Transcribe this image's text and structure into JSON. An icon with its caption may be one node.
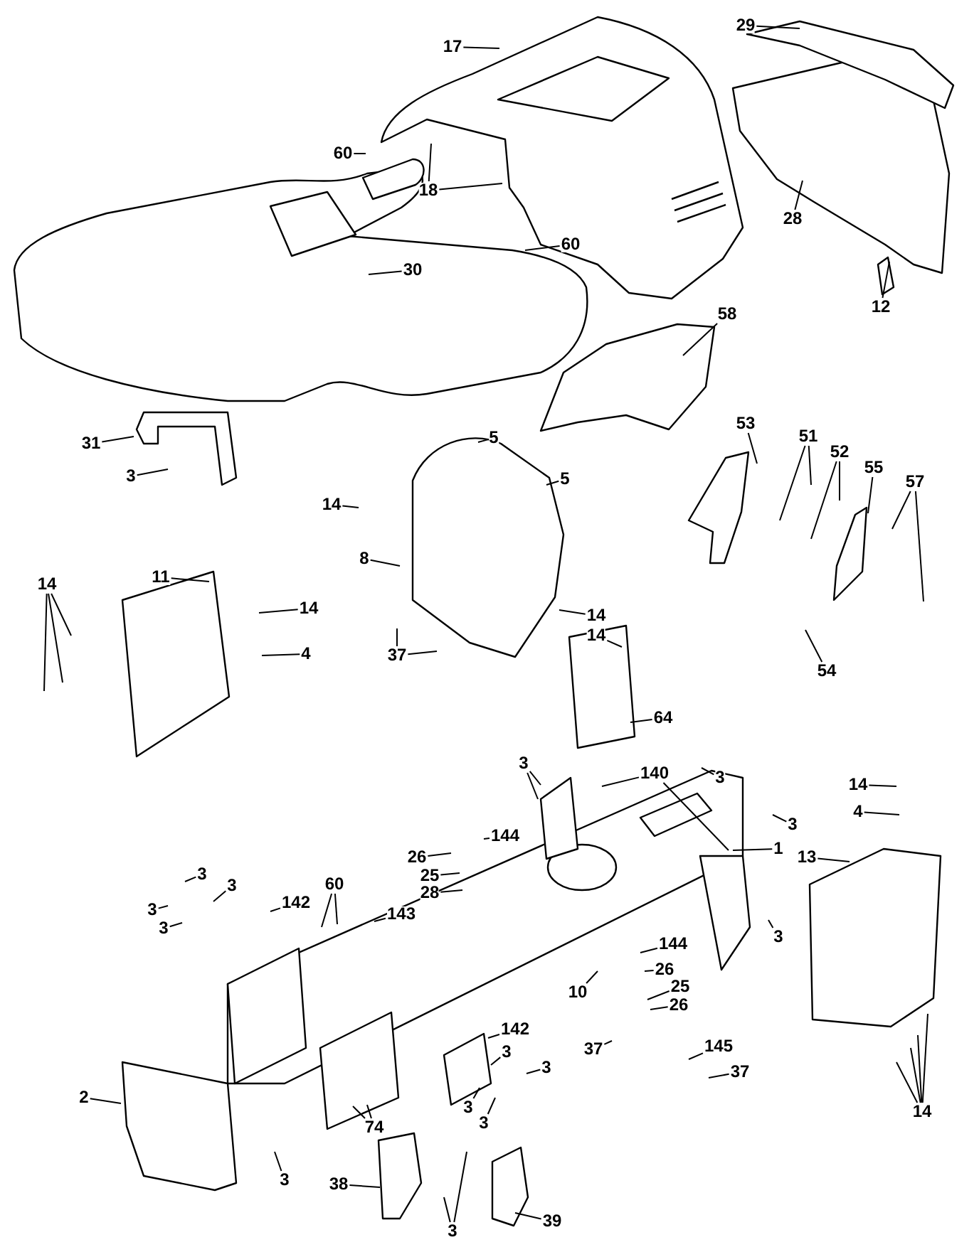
{
  "diagram": {
    "nodes": [
      {
        "text": [
          "17"
        ]
      },
      {
        "text": [
          "29"
        ]
      },
      {
        "text": [
          "60"
        ]
      },
      {
        "text": [
          "18"
        ]
      },
      {
        "text": [
          "60"
        ]
      },
      {
        "text": [
          "30"
        ]
      },
      {
        "text": [
          "28"
        ]
      },
      {
        "text": [
          "12"
        ]
      },
      {
        "text": [
          "58"
        ]
      },
      {
        "text": [
          "53"
        ]
      },
      {
        "text": [
          "5"
        ]
      },
      {
        "text": [
          "51"
        ]
      },
      {
        "text": [
          "31"
        ]
      },
      {
        "text": [
          "52"
        ]
      },
      {
        "text": [
          "55"
        ]
      },
      {
        "text": [
          "3"
        ]
      },
      {
        "text": [
          "5"
        ]
      },
      {
        "text": [
          "57"
        ]
      },
      {
        "text": [
          "14"
        ]
      },
      {
        "text": [
          "8"
        ]
      },
      {
        "text": [
          "11"
        ]
      },
      {
        "text": [
          "14"
        ]
      },
      {
        "text": [
          "14"
        ]
      },
      {
        "text": [
          "14"
        ]
      },
      {
        "text": [
          "14"
        ]
      },
      {
        "text": [
          "4"
        ]
      },
      {
        "text": [
          "37"
        ]
      },
      {
        "text": [
          "54"
        ]
      },
      {
        "text": [
          "64"
        ]
      },
      {
        "text": [
          "3"
        ]
      },
      {
        "text": [
          "140"
        ]
      },
      {
        "text": [
          "3"
        ]
      },
      {
        "text": [
          "14"
        ]
      },
      {
        "text": [
          "4"
        ]
      },
      {
        "text": [
          "3"
        ]
      },
      {
        "text": [
          "144"
        ]
      },
      {
        "text": [
          "1"
        ]
      },
      {
        "text": [
          "26"
        ]
      },
      {
        "text": [
          "13"
        ]
      },
      {
        "text": [
          "3"
        ]
      },
      {
        "text": [
          "25"
        ]
      },
      {
        "text": [
          "3"
        ]
      },
      {
        "text": [
          "60"
        ]
      },
      {
        "text": [
          "28"
        ]
      },
      {
        "text": [
          "142"
        ]
      },
      {
        "text": [
          "3"
        ]
      },
      {
        "text": [
          "143"
        ]
      },
      {
        "text": [
          "3"
        ]
      },
      {
        "text": [
          "3"
        ]
      },
      {
        "text": [
          "144"
        ]
      },
      {
        "text": [
          "26"
        ]
      },
      {
        "text": [
          "25"
        ]
      },
      {
        "text": [
          "10"
        ]
      },
      {
        "text": [
          "26"
        ]
      },
      {
        "text": [
          "142"
        ]
      },
      {
        "text": [
          "145"
        ]
      },
      {
        "text": [
          "37"
        ]
      },
      {
        "text": [
          "3"
        ]
      },
      {
        "text": [
          "3"
        ]
      },
      {
        "text": [
          "37"
        ]
      },
      {
        "text": [
          "2"
        ]
      },
      {
        "text": [
          "3"
        ]
      },
      {
        "text": [
          "14"
        ]
      },
      {
        "text": [
          "3"
        ]
      },
      {
        "text": [
          "74"
        ]
      },
      {
        "text": [
          "3"
        ]
      },
      {
        "text": [
          "38"
        ]
      },
      {
        "text": [
          "3"
        ]
      },
      {
        "text": [
          "39"
        ]
      }
    ],
    "edges": [
      {
        "from": 0,
        "to": null,
        "arrow": "none"
      },
      {
        "from": 1,
        "to": null,
        "arrow": "none"
      },
      {
        "from": 2,
        "to": null,
        "arrow": "none"
      },
      {
        "from": 3,
        "to": null,
        "arrow": "none"
      },
      {
        "from": 3,
        "to": null,
        "arrow": "none"
      },
      {
        "from": 4,
        "to": null,
        "arrow": "none"
      },
      {
        "from": 5,
        "to": null,
        "arrow": "none"
      },
      {
        "from": 6,
        "to": null,
        "arrow": "none"
      },
      {
        "from": 7,
        "to": null,
        "arrow": "none"
      },
      {
        "from": 8,
        "to": null,
        "arrow": "none"
      },
      {
        "from": 9,
        "to": null,
        "arrow": "none"
      },
      {
        "from": 10,
        "to": null,
        "arrow": "none"
      },
      {
        "from": 11,
        "to": null,
        "arrow": "none"
      },
      {
        "from": 11,
        "to": null,
        "arrow": "none"
      },
      {
        "from": 12,
        "to": null,
        "arrow": "none"
      },
      {
        "from": 13,
        "to": null,
        "arrow": "none"
      },
      {
        "from": 13,
        "to": null,
        "arrow": "none"
      },
      {
        "from": 14,
        "to": null,
        "arrow": "none"
      },
      {
        "from": 15,
        "to": null,
        "arrow": "none"
      },
      {
        "from": 16,
        "to": null,
        "arrow": "none"
      },
      {
        "from": 17,
        "to": null,
        "arrow": "none"
      },
      {
        "from": 17,
        "to": null,
        "arrow": "none"
      },
      {
        "from": 18,
        "to": null,
        "arrow": "none"
      },
      {
        "from": 19,
        "to": null,
        "arrow": "none"
      },
      {
        "from": 20,
        "to": null,
        "arrow": "none"
      },
      {
        "from": 21,
        "to": null,
        "arrow": "none"
      },
      {
        "from": 21,
        "to": null,
        "arrow": "none"
      },
      {
        "from": 21,
        "to": null,
        "arrow": "none"
      },
      {
        "from": 22,
        "to": null,
        "arrow": "none"
      },
      {
        "from": 23,
        "to": null,
        "arrow": "none"
      },
      {
        "from": 24,
        "to": null,
        "arrow": "none"
      },
      {
        "from": 25,
        "to": null,
        "arrow": "none"
      },
      {
        "from": 26,
        "to": null,
        "arrow": "none"
      },
      {
        "from": 26,
        "to": null,
        "arrow": "none"
      },
      {
        "from": 27,
        "to": null,
        "arrow": "none"
      },
      {
        "from": 28,
        "to": null,
        "arrow": "none"
      },
      {
        "from": 29,
        "to": null,
        "arrow": "none"
      },
      {
        "from": 29,
        "to": null,
        "arrow": "none"
      },
      {
        "from": 30,
        "to": null,
        "arrow": "none"
      },
      {
        "from": 30,
        "to": null,
        "arrow": "none"
      },
      {
        "from": 31,
        "to": null,
        "arrow": "none"
      },
      {
        "from": 32,
        "to": null,
        "arrow": "none"
      },
      {
        "from": 33,
        "to": null,
        "arrow": "none"
      },
      {
        "from": 34,
        "to": null,
        "arrow": "none"
      },
      {
        "from": 35,
        "to": null,
        "arrow": "none"
      },
      {
        "from": 36,
        "to": null,
        "arrow": "none"
      },
      {
        "from": 37,
        "to": null,
        "arrow": "none"
      },
      {
        "from": 38,
        "to": null,
        "arrow": "none"
      },
      {
        "from": 39,
        "to": null,
        "arrow": "none"
      },
      {
        "from": 40,
        "to": null,
        "arrow": "none"
      },
      {
        "from": 41,
        "to": null,
        "arrow": "none"
      },
      {
        "from": 42,
        "to": null,
        "arrow": "none"
      },
      {
        "from": 42,
        "to": null,
        "arrow": "none"
      },
      {
        "from": 43,
        "to": null,
        "arrow": "none"
      },
      {
        "from": 44,
        "to": null,
        "arrow": "none"
      },
      {
        "from": 45,
        "to": null,
        "arrow": "none"
      },
      {
        "from": 46,
        "to": null,
        "arrow": "none"
      },
      {
        "from": 47,
        "to": null,
        "arrow": "none"
      },
      {
        "from": 48,
        "to": null,
        "arrow": "none"
      },
      {
        "from": 49,
        "to": null,
        "arrow": "none"
      },
      {
        "from": 50,
        "to": null,
        "arrow": "none"
      },
      {
        "from": 51,
        "to": null,
        "arrow": "none"
      },
      {
        "from": 52,
        "to": null,
        "arrow": "none"
      },
      {
        "from": 53,
        "to": null,
        "arrow": "none"
      },
      {
        "from": 54,
        "to": null,
        "arrow": "none"
      },
      {
        "from": 55,
        "to": null,
        "arrow": "none"
      },
      {
        "from": 56,
        "to": null,
        "arrow": "none"
      },
      {
        "from": 57,
        "to": null,
        "arrow": "none"
      },
      {
        "from": 58,
        "to": null,
        "arrow": "none"
      },
      {
        "from": 59,
        "to": null,
        "arrow": "none"
      },
      {
        "from": 60,
        "to": null,
        "arrow": "none"
      },
      {
        "from": 61,
        "to": null,
        "arrow": "none"
      },
      {
        "from": 62,
        "to": null,
        "arrow": "none"
      },
      {
        "from": 62,
        "to": null,
        "arrow": "none"
      },
      {
        "from": 62,
        "to": null,
        "arrow": "none"
      },
      {
        "from": 62,
        "to": null,
        "arrow": "none"
      },
      {
        "from": 63,
        "to": null,
        "arrow": "none"
      },
      {
        "from": 64,
        "to": null,
        "arrow": "none"
      },
      {
        "from": 64,
        "to": null,
        "arrow": "none"
      },
      {
        "from": 65,
        "to": null,
        "arrow": "none"
      },
      {
        "from": 66,
        "to": null,
        "arrow": "none"
      },
      {
        "from": 67,
        "to": null,
        "arrow": "none"
      },
      {
        "from": 67,
        "to": null,
        "arrow": "none"
      },
      {
        "from": 68,
        "to": null,
        "arrow": "none"
      }
    ]
  }
}
